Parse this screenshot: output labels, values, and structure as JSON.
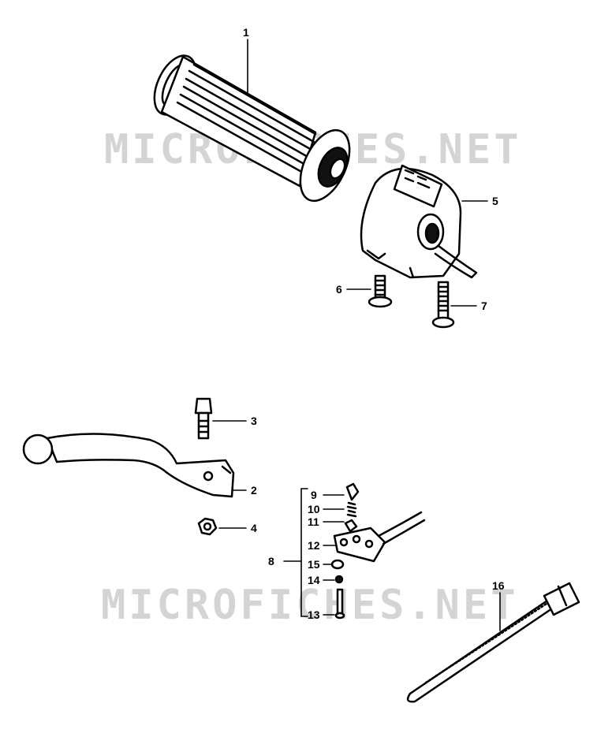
{
  "watermarks": [
    "MICROFICHES.NET",
    "MICROFICHES.NET"
  ],
  "callouts": [
    "1",
    "2",
    "3",
    "4",
    "5",
    "6",
    "7",
    "8",
    "9",
    "10",
    "11",
    "12",
    "13",
    "14",
    "15",
    "16"
  ],
  "parts": {
    "grip": "grip",
    "switch_box": "switch-box",
    "screw_6": "screw",
    "screw_7": "screw",
    "lever_bolt": "bolt",
    "lever": "lever",
    "lever_nut": "nut",
    "brake_switch": "brake-switch",
    "cable_tie": "cable-tie"
  }
}
